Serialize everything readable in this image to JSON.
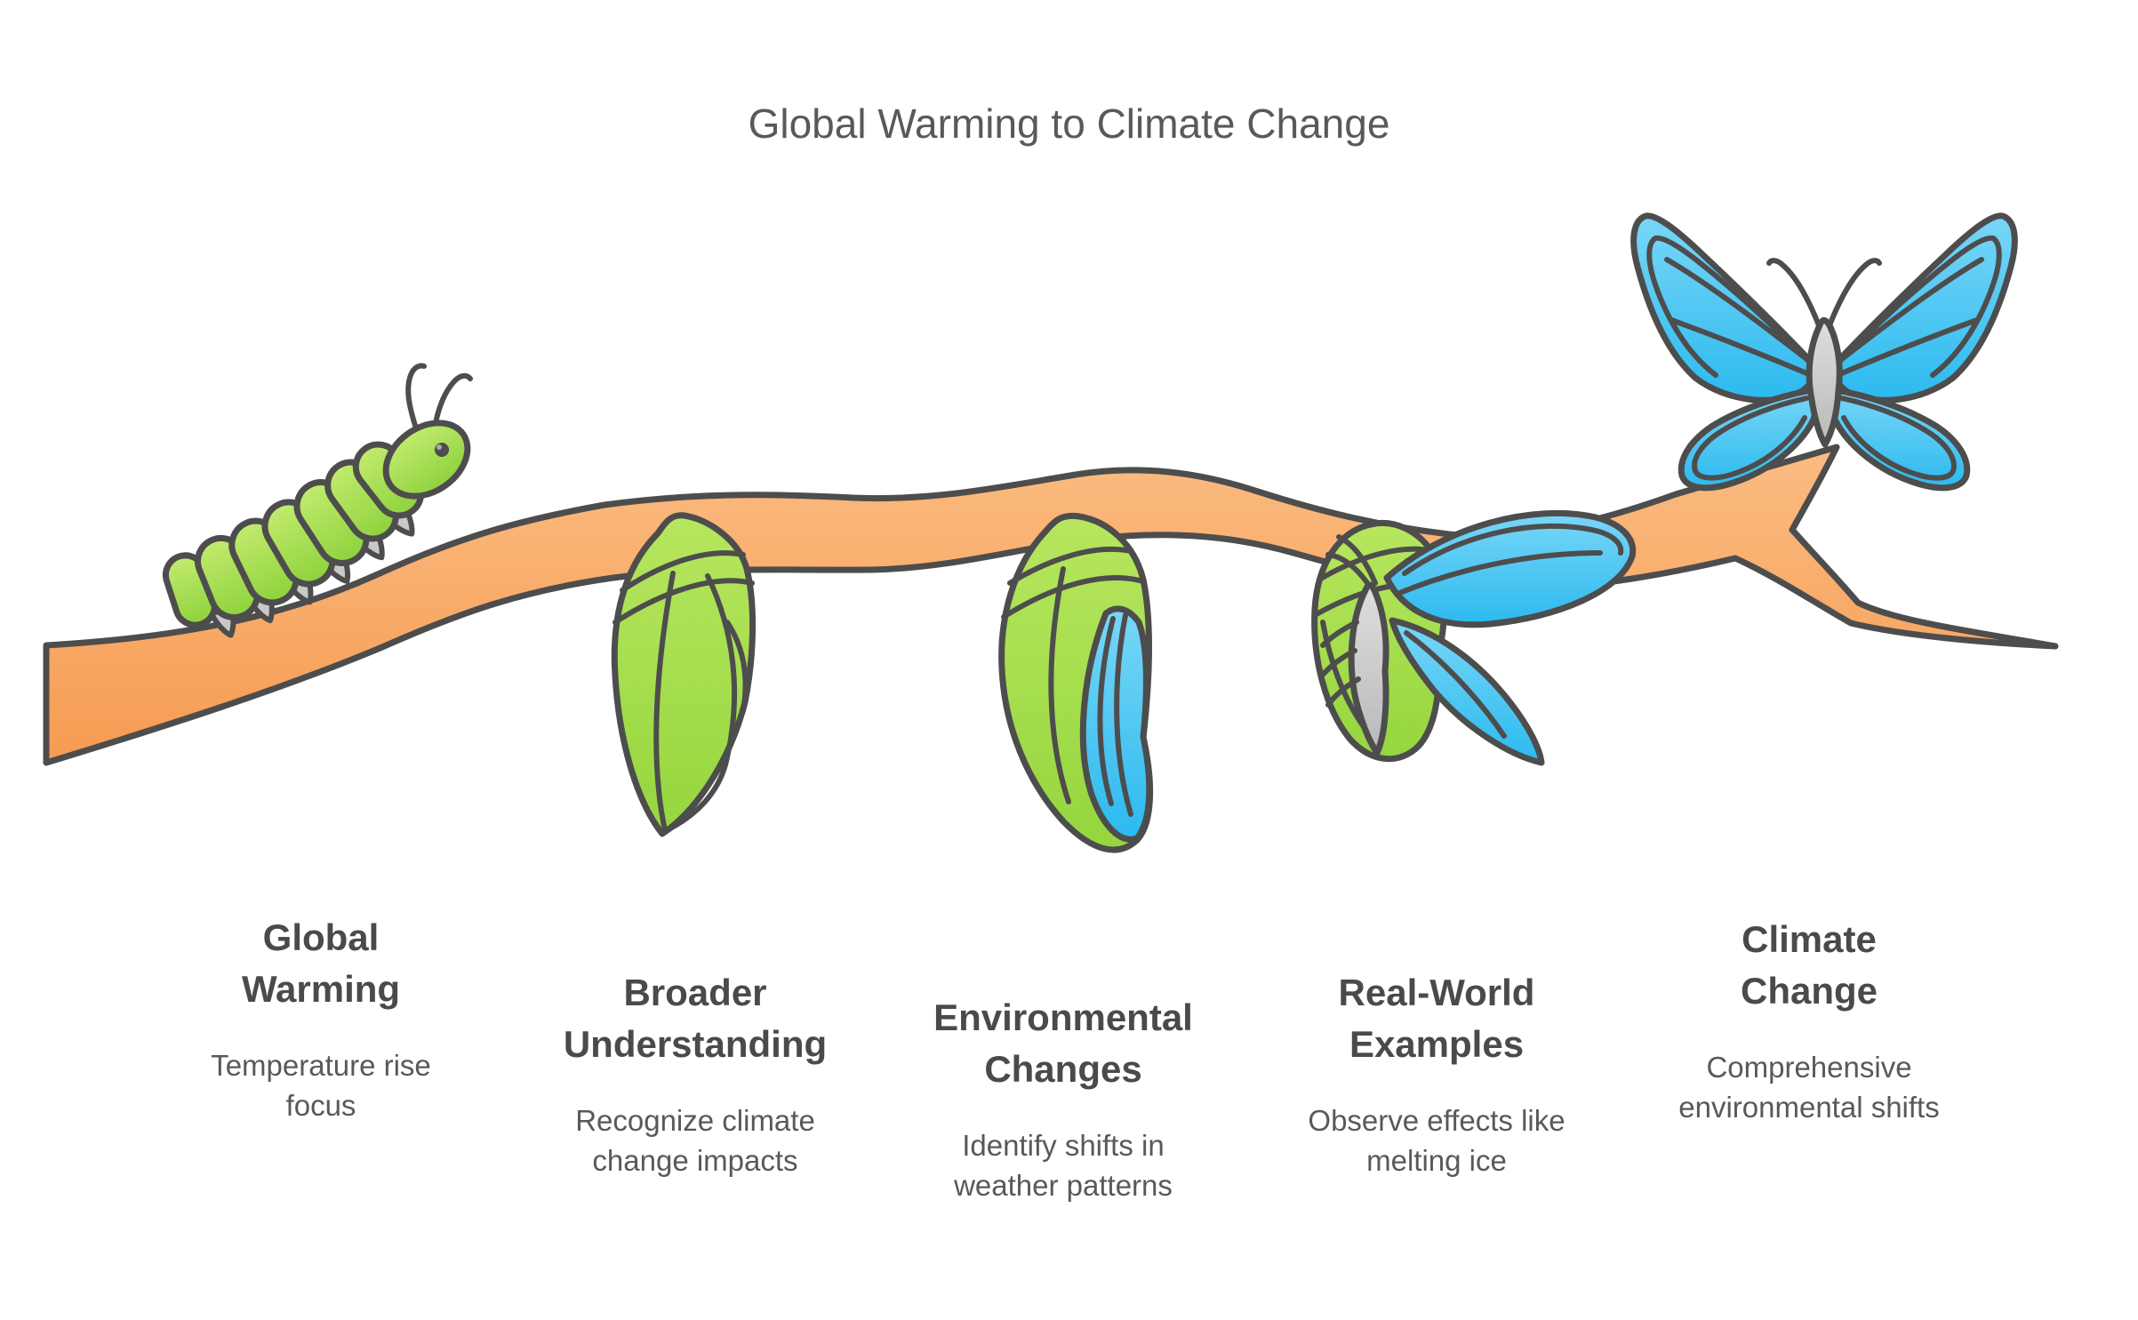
{
  "title": "Global Warming to Climate Change",
  "stages": [
    {
      "heading": "Global Warming",
      "description": "Temperature rise focus",
      "illustration": "caterpillar"
    },
    {
      "heading": "Broader Understanding",
      "description": "Recognize climate change impacts",
      "illustration": "green-chrysalis"
    },
    {
      "heading": "Environmental Changes",
      "description": "Identify shifts in weather patterns",
      "illustration": "chrysalis-with-blue-wing"
    },
    {
      "heading": "Real-World Examples",
      "description": "Observe effects like melting ice",
      "illustration": "emerging-butterfly"
    },
    {
      "heading": "Climate Change",
      "description": "Comprehensive environmental shifts",
      "illustration": "butterfly"
    }
  ],
  "colors": {
    "branch_orange_light": "#FBB97D",
    "branch_orange_deep": "#F69B51",
    "green_light": "#C2EB6E",
    "green_deep": "#8ED23C",
    "blue_light": "#79D6F7",
    "blue_deep": "#2CBAEF",
    "body_gray_light": "#DEDEDE",
    "body_gray_deep": "#B9B9B9",
    "outline": "#4D4D4D",
    "title_text": "#595959",
    "heading_text": "#4A4A4A",
    "description_text": "#595959"
  }
}
